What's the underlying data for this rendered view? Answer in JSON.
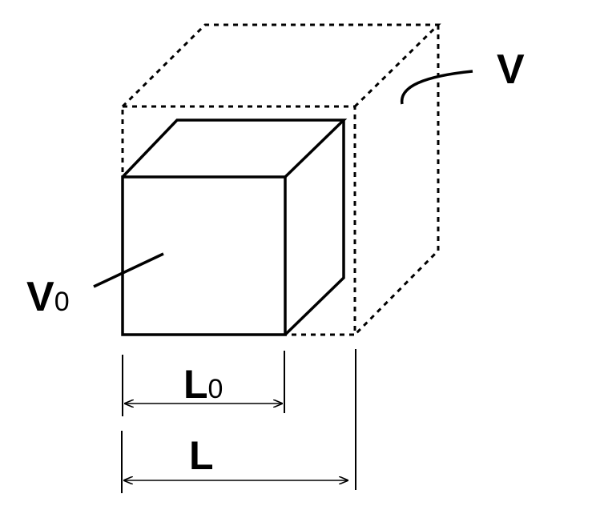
{
  "labels": {
    "expanded_volume": "V",
    "initial_volume_main": "V",
    "initial_volume_sub": "0",
    "initial_length_main": "L",
    "initial_length_sub": "0",
    "expanded_length": "L"
  },
  "colors": {
    "stroke": "#000000",
    "background": "#ffffff"
  }
}
